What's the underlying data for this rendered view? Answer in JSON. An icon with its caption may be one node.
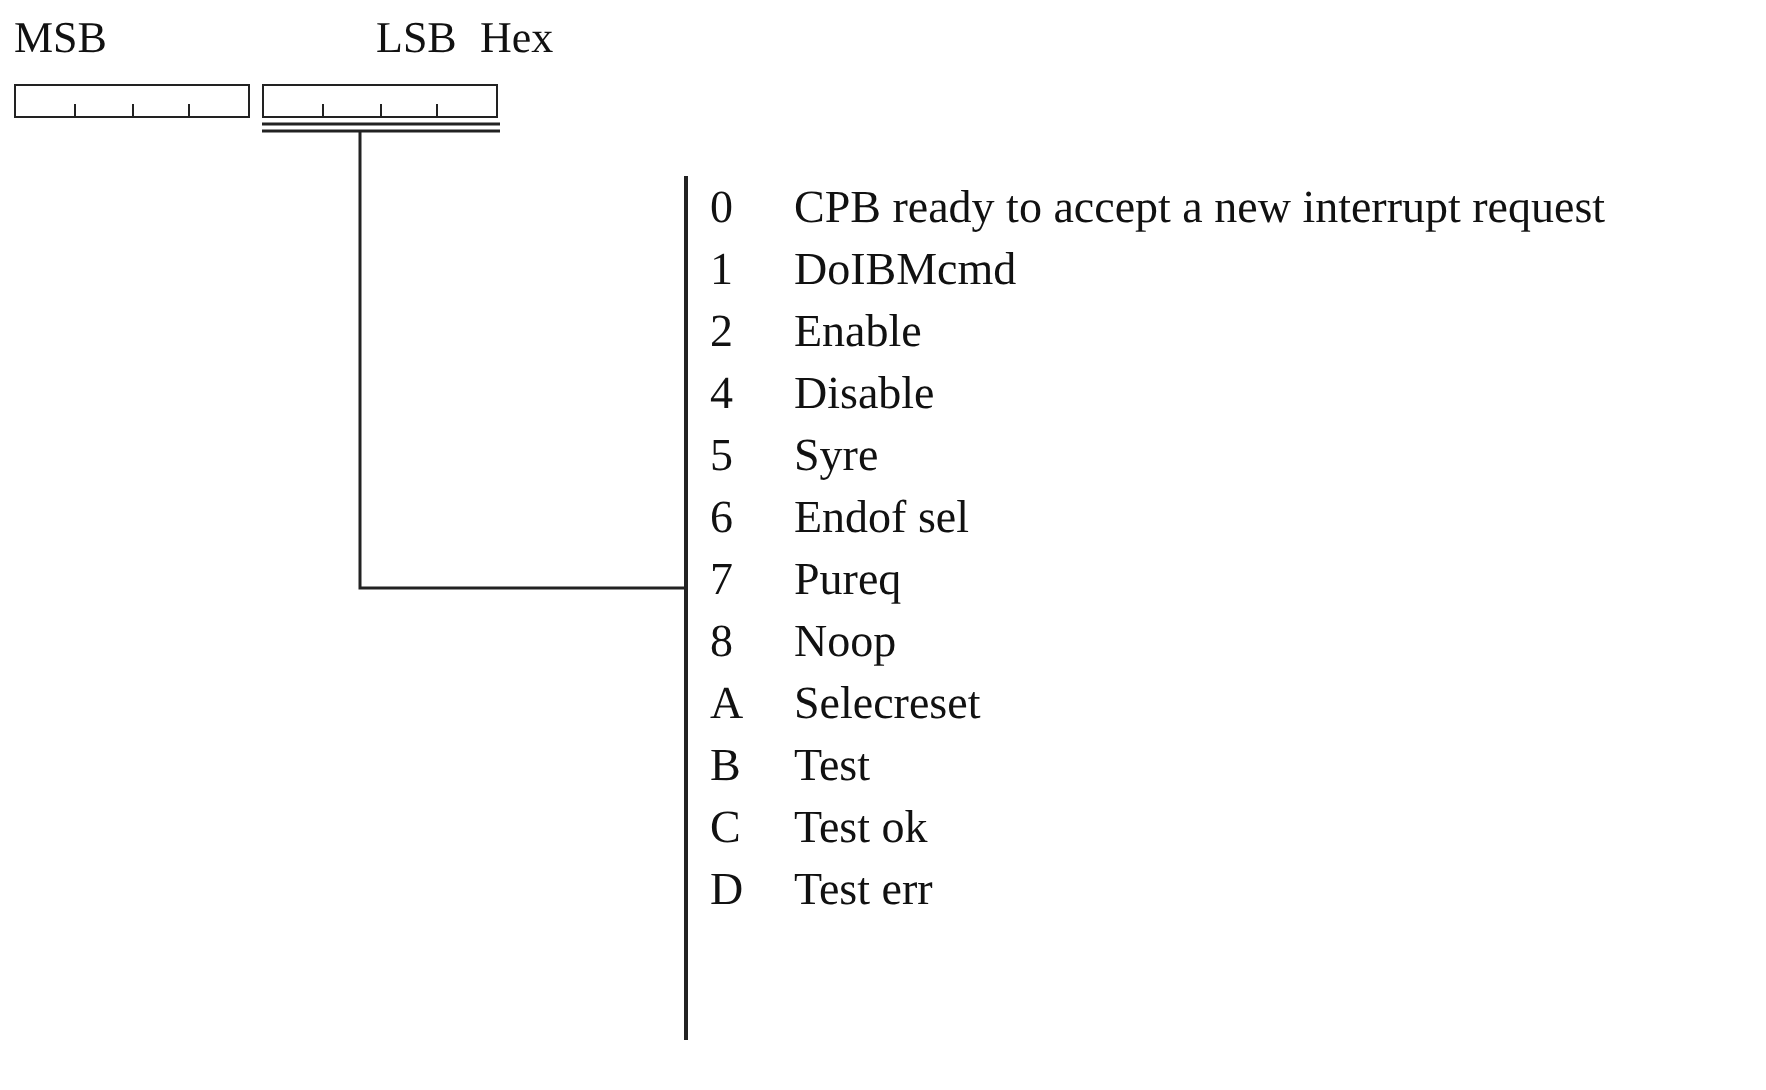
{
  "diagram": {
    "nodes": [
      {
        "text": [],
        "shape": "box"
      },
      {
        "text": [],
        "shape": "box"
      },
      {
        "text": [],
        "shape": "bar"
      }
    ],
    "edges": [
      {
        "from": 1,
        "to": 2,
        "arrow": "none"
      }
    ],
    "labels": [
      "MSB",
      "LSB",
      "Hex",
      "0",
      "CPB ready to accept a new interrupt request",
      "1",
      "DoIBMcmd",
      "2",
      "Enable",
      "4",
      "Disable",
      "5",
      "Syre",
      "6",
      "Endof sel",
      "7",
      "Pureq",
      "8",
      "Noop",
      "A",
      "Selecreset",
      "B",
      "Test",
      "C",
      "Test ok",
      "D",
      "Test err"
    ]
  }
}
